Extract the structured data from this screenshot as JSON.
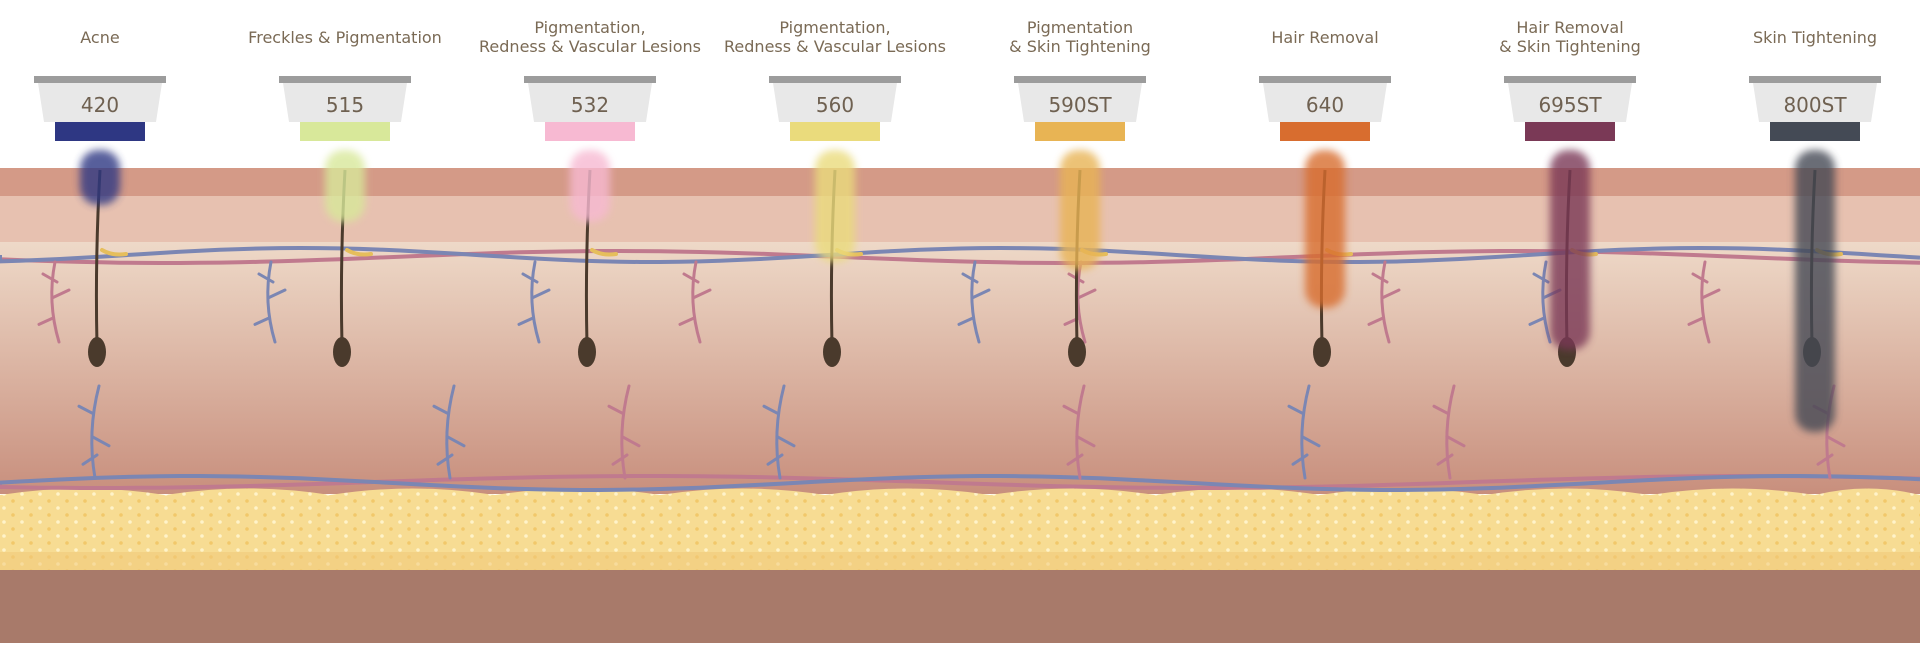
{
  "diagram": {
    "filters": [
      {
        "label": "Acne",
        "code": "420",
        "color": "#2e3783"
      },
      {
        "label": "Freckles & Pigmentation",
        "code": "515",
        "color": "#d8e89a"
      },
      {
        "label": "Pigmentation,\nRedness & Vascular Lesions",
        "code": "532",
        "color": "#f7b9d2"
      },
      {
        "label": "Pigmentation,\nRedness & Vascular Lesions",
        "code": "560",
        "color": "#eadb7c"
      },
      {
        "label": "Pigmentation\n& Skin Tightening",
        "code": "590ST",
        "color": "#e8b454"
      },
      {
        "label": "Hair Removal",
        "code": "640",
        "color": "#d86d2f"
      },
      {
        "label": "Hair Removal\n& Skin Tightening",
        "code": "695ST",
        "color": "#7a3956"
      },
      {
        "label": "Skin Tightening",
        "code": "800ST",
        "color": "#444a55"
      }
    ],
    "penetration": [
      {
        "code": "420",
        "depth_rank": 1
      },
      {
        "code": "515",
        "depth_rank": 2
      },
      {
        "code": "532",
        "depth_rank": 2
      },
      {
        "code": "560",
        "depth_rank": 3
      },
      {
        "code": "590ST",
        "depth_rank": 4
      },
      {
        "code": "640",
        "depth_rank": 5
      },
      {
        "code": "695ST",
        "depth_rank": 6
      },
      {
        "code": "800ST",
        "depth_rank": 7
      }
    ],
    "colors": {
      "epidermis": "#d49a87",
      "upper_dermis": "#e7c1b0",
      "dermis_top": "#ecd8c6",
      "dermis_bottom": "#c79080",
      "fat": "#f7dc93",
      "muscle": "#a87a6a",
      "vein": "#7b86b3",
      "artery": "#c07a8e",
      "hair": "#4a3a2c"
    }
  }
}
